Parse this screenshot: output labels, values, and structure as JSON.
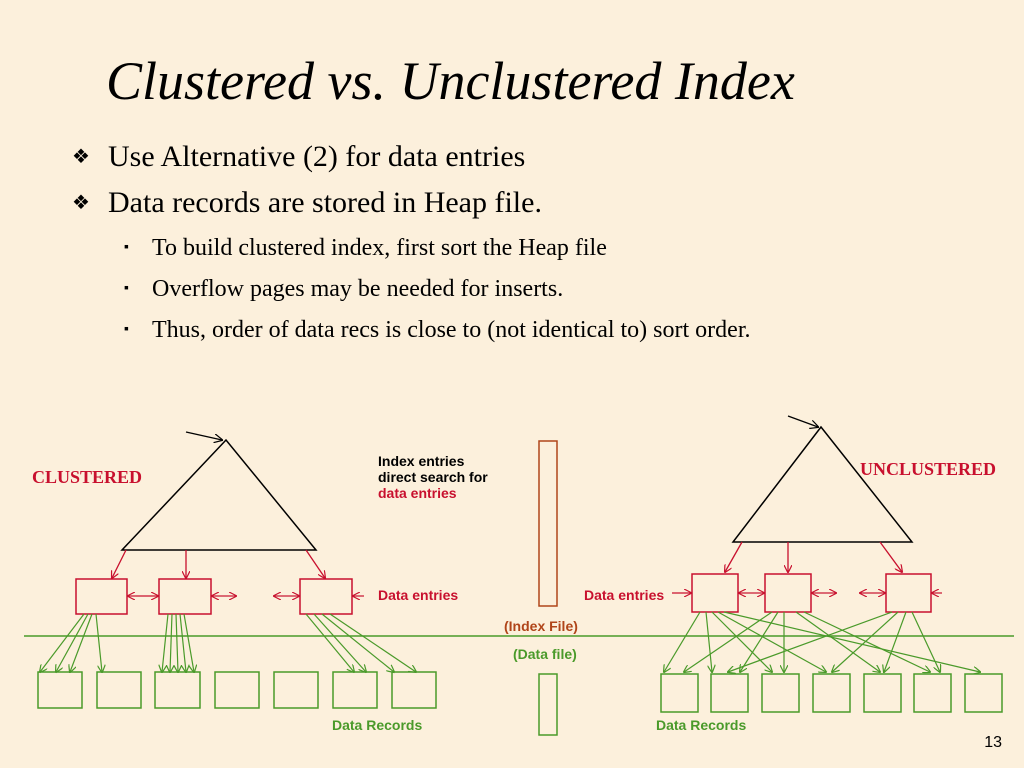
{
  "slide": {
    "title": "Clustered vs. Unclustered Index",
    "page_number": "13",
    "bullets": [
      {
        "text": "Use Alternative (2) for data entries",
        "level": 1
      },
      {
        "text": "Data records are stored in Heap file.",
        "level": 1
      },
      {
        "text": "To build clustered index, first sort the Heap file",
        "level": 2
      },
      {
        "text": "Overflow pages may be needed for inserts.",
        "level": 2
      },
      {
        "text": "Thus, order of data recs is close to (not identical to) sort order.",
        "level": 2
      }
    ],
    "bullet_icons": {
      "level1": "diamond-fleuron-icon",
      "level2": "square-bullet-icon"
    }
  },
  "diagram": {
    "clustered_label": "CLUSTERED",
    "unclustered_label": "UNCLUSTERED",
    "legend": {
      "line1": "Index entries",
      "line2": "direct search for",
      "line3": "data entries"
    },
    "data_entries_left": "Data entries",
    "data_entries_right": "Data entries",
    "index_file": "(Index File)",
    "data_file": "(Data file)",
    "data_records_left": "Data Records",
    "data_records_right": "Data Records"
  },
  "colors": {
    "background": "#fcf0dc",
    "red": "#c8102e",
    "green": "#4a9a2a",
    "brown": "#b0451a"
  }
}
